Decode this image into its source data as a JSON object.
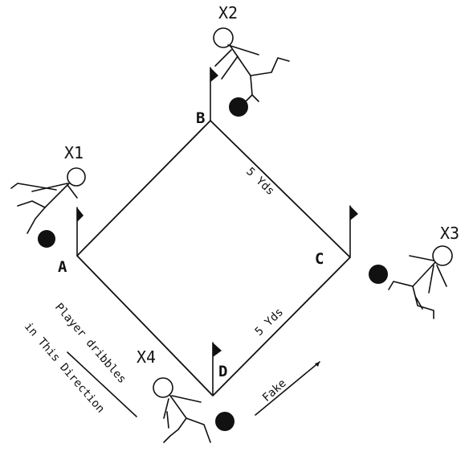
{
  "players": [
    {
      "label": "X1"
    },
    {
      "label": "X2"
    },
    {
      "label": "X3"
    },
    {
      "label": "X4"
    }
  ],
  "cones": [
    {
      "label": "A"
    },
    {
      "label": "B"
    },
    {
      "label": "C"
    },
    {
      "label": "D"
    }
  ],
  "distances": {
    "b_to_c": "5 Yds",
    "d_to_c": "5 Yds"
  },
  "notes": {
    "dribble_line1": "Player dribbles",
    "dribble_line2": "in This Direction",
    "fake": "Fake"
  }
}
